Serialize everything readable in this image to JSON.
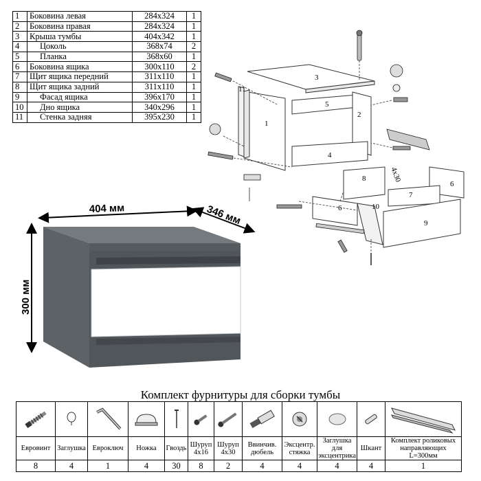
{
  "parts": [
    {
      "num": "1",
      "name": "Боковина левая",
      "size": "284x324",
      "qty": "1",
      "indent": false
    },
    {
      "num": "2",
      "name": "Боковина правая",
      "size": "284x324",
      "qty": "1",
      "indent": false
    },
    {
      "num": "3",
      "name": "Крыша тумбы",
      "size": "404x342",
      "qty": "1",
      "indent": false
    },
    {
      "num": "4",
      "name": "Цоколь",
      "size": "368x74",
      "qty": "2",
      "indent": true
    },
    {
      "num": "5",
      "name": "Планка",
      "size": "368x60",
      "qty": "1",
      "indent": true
    },
    {
      "num": "6",
      "name": "Боковина ящика",
      "size": "300x110",
      "qty": "2",
      "indent": false
    },
    {
      "num": "7",
      "name": "Щит ящика передний",
      "size": "311x110",
      "qty": "1",
      "indent": false
    },
    {
      "num": "8",
      "name": "Щит ящика задний",
      "size": "311x110",
      "qty": "1",
      "indent": false
    },
    {
      "num": "9",
      "name": "Фасад ящика",
      "size": "396x170",
      "qty": "1",
      "indent": true
    },
    {
      "num": "10",
      "name": "Дно ящика",
      "size": "340x296",
      "qty": "1",
      "indent": true
    },
    {
      "num": "11",
      "name": "Стенка задняя",
      "size": "395x230",
      "qty": "1",
      "indent": true
    }
  ],
  "dimensions": {
    "width": "404 мм",
    "depth": "346 мм",
    "height": "300 мм"
  },
  "exploded": {
    "labels": [
      "3",
      "5",
      "1",
      "2",
      "4",
      "11",
      "8",
      "6",
      "7",
      "6",
      "10",
      "9"
    ],
    "screw_text": "4x30"
  },
  "colors": {
    "body": "#5f6468",
    "body_dark": "#4b4f53",
    "top": "#707579",
    "facade": "#ffffff"
  },
  "hardware": {
    "title": "Комплект фурнитуры для сборки тумбы",
    "items": [
      {
        "name": "Евровинт",
        "qty": "8",
        "icon": "eurovint-icon"
      },
      {
        "name": "Заглушка",
        "qty": "4",
        "icon": "cap-icon"
      },
      {
        "name": "Евроключ",
        "qty": "1",
        "icon": "hex-key-icon"
      },
      {
        "name": "Ножка",
        "qty": "4",
        "icon": "foot-icon"
      },
      {
        "name": "Гвоздь",
        "qty": "30",
        "icon": "nail-icon"
      },
      {
        "name": "Шуруп 4х16",
        "qty": "8",
        "icon": "screw-short-icon"
      },
      {
        "name": "Шуруп 4х30",
        "qty": "2",
        "icon": "screw-long-icon"
      },
      {
        "name": "Ввинчив. дюбель",
        "qty": "4",
        "icon": "dowel-icon"
      },
      {
        "name": "Эксцентр. стяжка",
        "qty": "4",
        "icon": "cam-lock-icon"
      },
      {
        "name": "Заглушка для эксцентрика",
        "qty": "4",
        "icon": "cam-cap-icon"
      },
      {
        "name": "Шкант",
        "qty": "4",
        "icon": "wood-dowel-icon"
      },
      {
        "name": "Комплект роликовых направляющих L=300мм",
        "qty": "1",
        "icon": "drawer-runner-icon"
      }
    ]
  }
}
